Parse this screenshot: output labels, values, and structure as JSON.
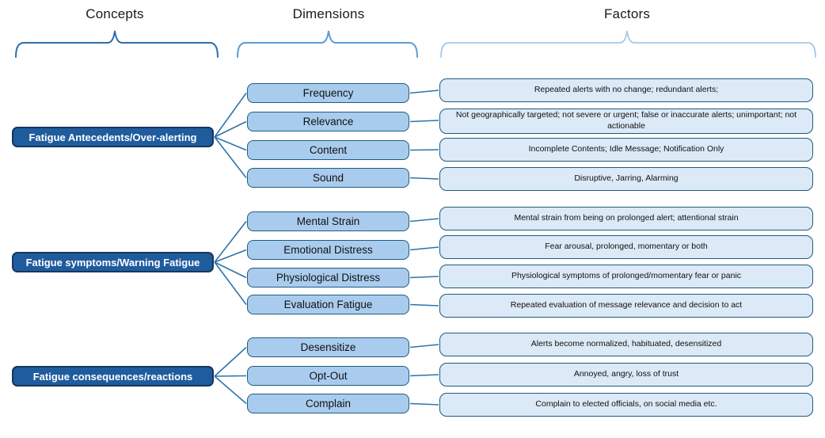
{
  "columns": {
    "concepts": {
      "label": "Concepts"
    },
    "dimensions": {
      "label": "Dimensions"
    },
    "factors": {
      "label": "Factors"
    }
  },
  "groups": [
    {
      "concept": "Fatigue Antecedents/Over-alerting",
      "rows": [
        {
          "dimension": "Frequency",
          "factor": "Repeated alerts with no change; redundant alerts;"
        },
        {
          "dimension": "Relevance",
          "factor": "Not geographically targeted; not severe or urgent; false or inaccurate alerts; unimportant; not actionable"
        },
        {
          "dimension": "Content",
          "factor": "Incomplete Contents; Idle Message; Notification Only"
        },
        {
          "dimension": "Sound",
          "factor": "Disruptive, Jarring, Alarming"
        }
      ]
    },
    {
      "concept": "Fatigue symptoms/Warning Fatigue",
      "rows": [
        {
          "dimension": "Mental Strain",
          "factor": "Mental strain from being on prolonged alert; attentional strain"
        },
        {
          "dimension": "Emotional Distress",
          "factor": "Fear arousal, prolonged, momentary or both"
        },
        {
          "dimension": "Physiological Distress",
          "factor": "Physiological symptoms of prolonged/momentary fear or panic"
        },
        {
          "dimension": "Evaluation Fatigue",
          "factor": "Repeated evaluation of message relevance and decision to act"
        }
      ]
    },
    {
      "concept": "Fatigue consequences/reactions",
      "rows": [
        {
          "dimension": "Desensitize",
          "factor": "Alerts become normalized, habituated, desensitized"
        },
        {
          "dimension": "Opt-Out",
          "factor": "Annoyed, angry, loss of trust"
        },
        {
          "dimension": "Complain",
          "factor": "Complain to elected officials, on social media etc."
        }
      ]
    }
  ],
  "colors": {
    "concept_fill": "#1f5c9e",
    "concept_border": "#16365f",
    "dimension_fill": "#a9ccee",
    "factor_fill": "#dce9f6",
    "box_border": "#1e5c7e",
    "connector": "#2e74a8",
    "brace_concepts": "#2e6da8",
    "brace_dimensions": "#5b9bd5",
    "brace_factors": "#a5c8e8"
  }
}
